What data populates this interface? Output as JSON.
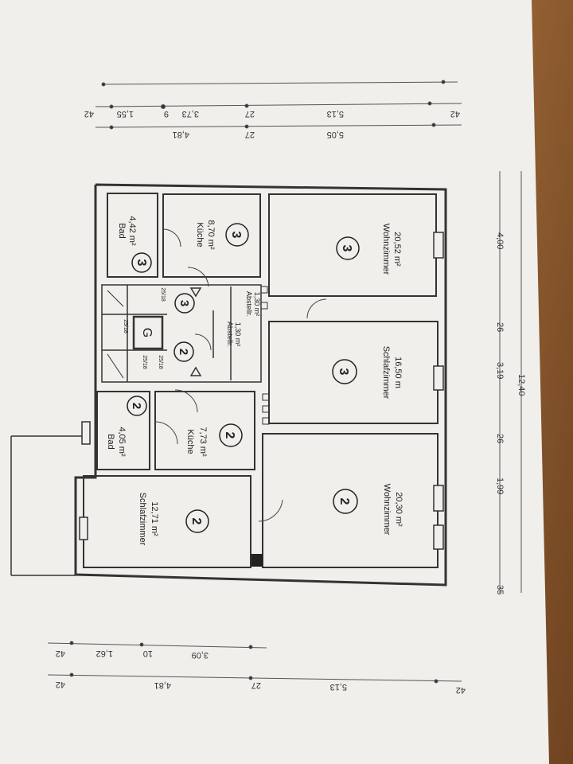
{
  "floor_upper": {
    "rooms": [
      {
        "name": "Bad",
        "area": "4,42 m²",
        "unit": "3"
      },
      {
        "name": "Küche",
        "area": "8,70 m²",
        "unit": "3"
      },
      {
        "name": "Wohnzimmer",
        "area": "20,52 m²",
        "unit": "3"
      },
      {
        "name": "Schlafzimmer",
        "area": "16,50 m",
        "unit": "3"
      }
    ]
  },
  "floor_lower": {
    "rooms": [
      {
        "name": "Bad",
        "area": "4,05 m²",
        "unit": "2"
      },
      {
        "name": "Küche",
        "area": "7,73 m²",
        "unit": "2"
      },
      {
        "name": "Schlafzimmer",
        "area": "12,71 m²",
        "unit": "2"
      },
      {
        "name": "Wohnzimmer",
        "area": "20,30 m²",
        "unit": "2"
      }
    ]
  },
  "stair_core": {
    "elevator": "G",
    "unit_upper": "3",
    "unit_lower": "2",
    "storage": [
      {
        "name": "Abstellr.",
        "area": "1,30 m²"
      },
      {
        "name": "Abstellr.",
        "area": "1,30 m²"
      }
    ],
    "stairs": [
      "25/18",
      "25/18",
      "25/18",
      "25/18"
    ]
  },
  "dimensions_right": [
    "4,00",
    "3,19",
    "26",
    "1,99",
    "26",
    "35",
    "12,40"
  ],
  "dimensions_bottom": [
    "42",
    "1,62",
    "10",
    "3,09",
    "42",
    "4,81",
    "27",
    "5,13",
    "42"
  ],
  "dimensions_top": [
    "42",
    "1,55",
    "9",
    "3,73",
    "27",
    "5,13",
    "42",
    "4,81",
    "5,05",
    "27"
  ]
}
